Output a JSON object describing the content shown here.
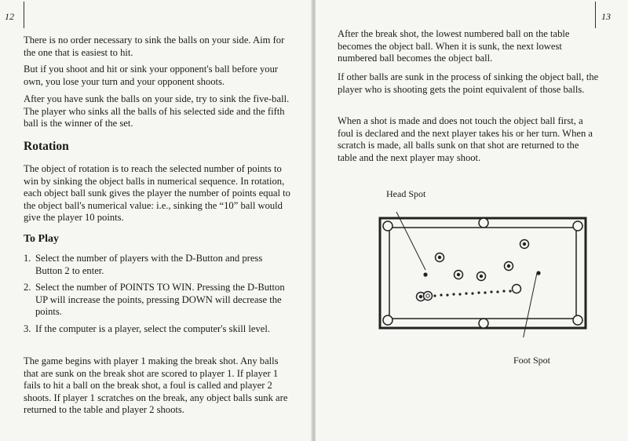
{
  "left_page": {
    "page_number": "12",
    "paragraphs": [
      "There is no order necessary to sink the balls on your side. Aim for the one that is easiest to hit.",
      "But if you shoot and hit or sink your opponent's ball before your own, you lose your turn and your opponent shoots.",
      "After you have sunk the balls on your side, try to sink the five-ball. The player who sinks all the balls of his selected side and the fifth ball is the winner of the set."
    ],
    "rotation_heading": "Rotation",
    "rotation_text": "The object of rotation is to reach the selected number of points to win by sinking the object balls in numerical sequence. In rotation, each object ball sunk gives the player the number of points equal to the object ball's numerical value: i.e., sinking the “10” ball would give the player 10 points.",
    "to_play_heading": "To Play",
    "steps": [
      {
        "num": "1.",
        "text": "Select the number of players with the D-Button and press Button 2 to enter."
      },
      {
        "num": "2.",
        "text": "Select the number of POINTS TO WIN. Pressing the D-Button UP will increase the points, pressing DOWN will decrease the points."
      },
      {
        "num": "3.",
        "text": "If the computer is a player, select the computer's skill level."
      }
    ],
    "closing": "The game begins with player 1 making the break shot. Any balls that are sunk on the break shot are scored to player 1. If player 1 fails to hit a ball on the break shot, a foul is called and player 2 shoots. If player 1 scratches on the break, any object balls sunk are returned to the table and player 2 shoots."
  },
  "right_page": {
    "page_number": "13",
    "paragraphs": [
      "After the break shot, the lowest numbered ball on the table becomes the object ball. When it is sunk, the next lowest numbered ball becomes the object ball.",
      "If other balls are sunk in the process of sinking the object ball, the player who is shooting gets the point equivalent of those balls.",
      "When a shot is made and does not touch the object ball first, a foul is declared and the next player takes his or her turn. When a scratch is made, all balls sunk on that shot are returned to the table and the next player may shoot."
    ],
    "diagram": {
      "head_spot_label": "Head Spot",
      "foot_spot_label": "Foot Spot"
    }
  }
}
